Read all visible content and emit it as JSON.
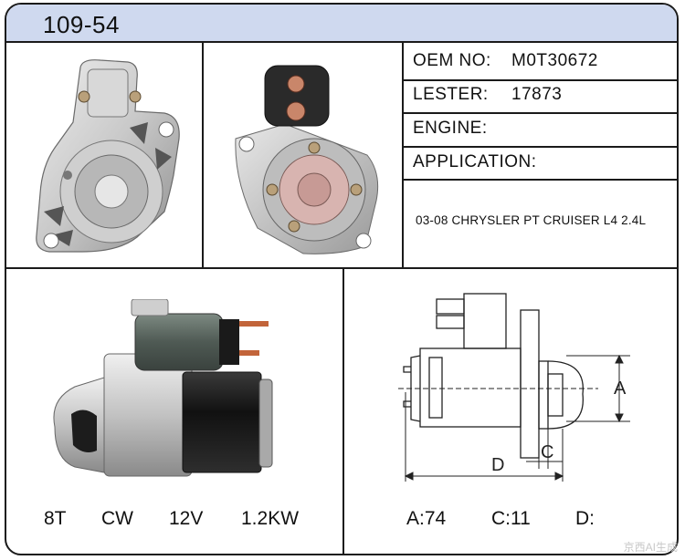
{
  "header": {
    "title": "109-54"
  },
  "specs": {
    "oem_label": "OEM NO:",
    "oem_value": "M0T30672",
    "lester_label": "LESTER:",
    "lester_value": "17873",
    "engine_label": "ENGINE:",
    "engine_value": "",
    "application_label": "APPLICATION:",
    "application_value": "03-08 CHRYSLER PT CRUISER L4 2.4L"
  },
  "footer_left": {
    "teeth": "8T",
    "rotation": "CW",
    "voltage": "12V",
    "power": "1.2KW"
  },
  "footer_right": {
    "a": "A:74",
    "c": "C:11",
    "d": "D:"
  },
  "diagram": {
    "label_a": "A",
    "label_c": "C",
    "label_d": "D"
  },
  "watermark": "京西AI生成",
  "colors": {
    "header_bg": "#cfd9ef",
    "border": "#1a1a1a"
  }
}
